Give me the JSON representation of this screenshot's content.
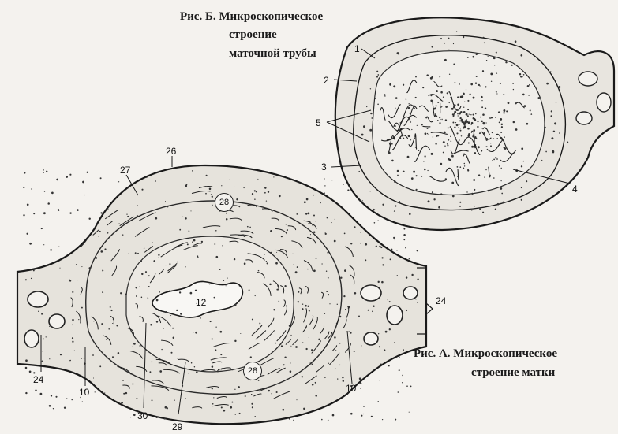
{
  "figure_b": {
    "caption_lines": [
      "Рис. Б. Микроскопическое",
      "строение",
      "маточной трубы"
    ],
    "labels": [
      "1",
      "2",
      "5",
      "3",
      "4"
    ]
  },
  "figure_a": {
    "caption_lines": [
      "Рис. А. Микроскопическое",
      "строение матки"
    ],
    "labels": [
      "26",
      "27",
      "12",
      "24",
      "24",
      "10",
      "10",
      "30",
      "29"
    ],
    "circled": [
      "28",
      "28"
    ]
  },
  "colors": {
    "ink": "#1a1a1a",
    "paper": "#f4f2ee"
  }
}
